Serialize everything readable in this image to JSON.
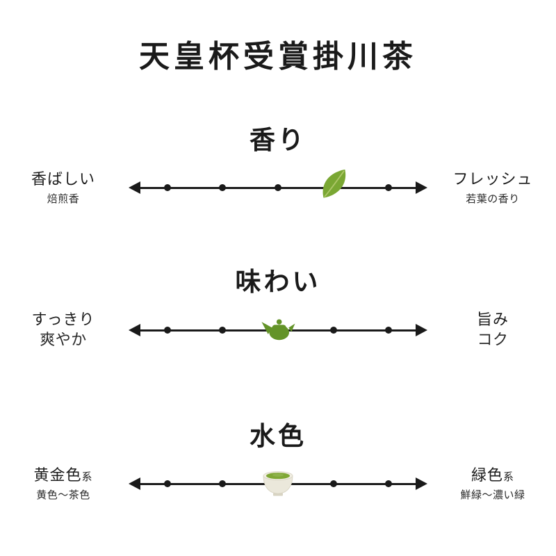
{
  "page": {
    "title": "天皇杯受賞掛川茶"
  },
  "chart_data": {
    "type": "scatter",
    "title": "天皇杯受賞掛川茶",
    "description": "Three horizontal rating scales (1-5) for a Japanese green tea, marker icon shows position on each scale",
    "axis_range": {
      "min": 1,
      "max": 5
    },
    "colors": {
      "line": "#1a1a1a",
      "leaf_green": "#7aa733",
      "teapot_green": "#639328",
      "tea_green": "#7fa735",
      "cup_cream": "#ebe8db"
    },
    "scales": [
      {
        "title": "香り",
        "left": {
          "line1": "香ばしい",
          "suffix": "",
          "line2": "焙煎香"
        },
        "right": {
          "line1": "フレッシュ",
          "suffix": "",
          "line2": "若葉の香り"
        },
        "ticks": [
          1,
          2,
          3,
          4,
          5
        ],
        "value": 4,
        "marker": "leaf-icon"
      },
      {
        "title": "味わい",
        "left": {
          "line1": "すっきり",
          "suffix": "",
          "line2": "爽やか"
        },
        "right": {
          "line1": "旨み",
          "suffix": "",
          "line2": "コク"
        },
        "ticks": [
          1,
          2,
          3,
          4,
          5
        ],
        "value": 3,
        "marker": "teapot-icon"
      },
      {
        "title": "水色",
        "left": {
          "line1": "黄金色",
          "suffix": "系",
          "line2": "黄色〜茶色"
        },
        "right": {
          "line1": "緑色",
          "suffix": "系",
          "line2": "鮮緑〜濃い緑"
        },
        "ticks": [
          1,
          2,
          3,
          4,
          5
        ],
        "value": 3,
        "marker": "teacup-icon"
      }
    ]
  }
}
